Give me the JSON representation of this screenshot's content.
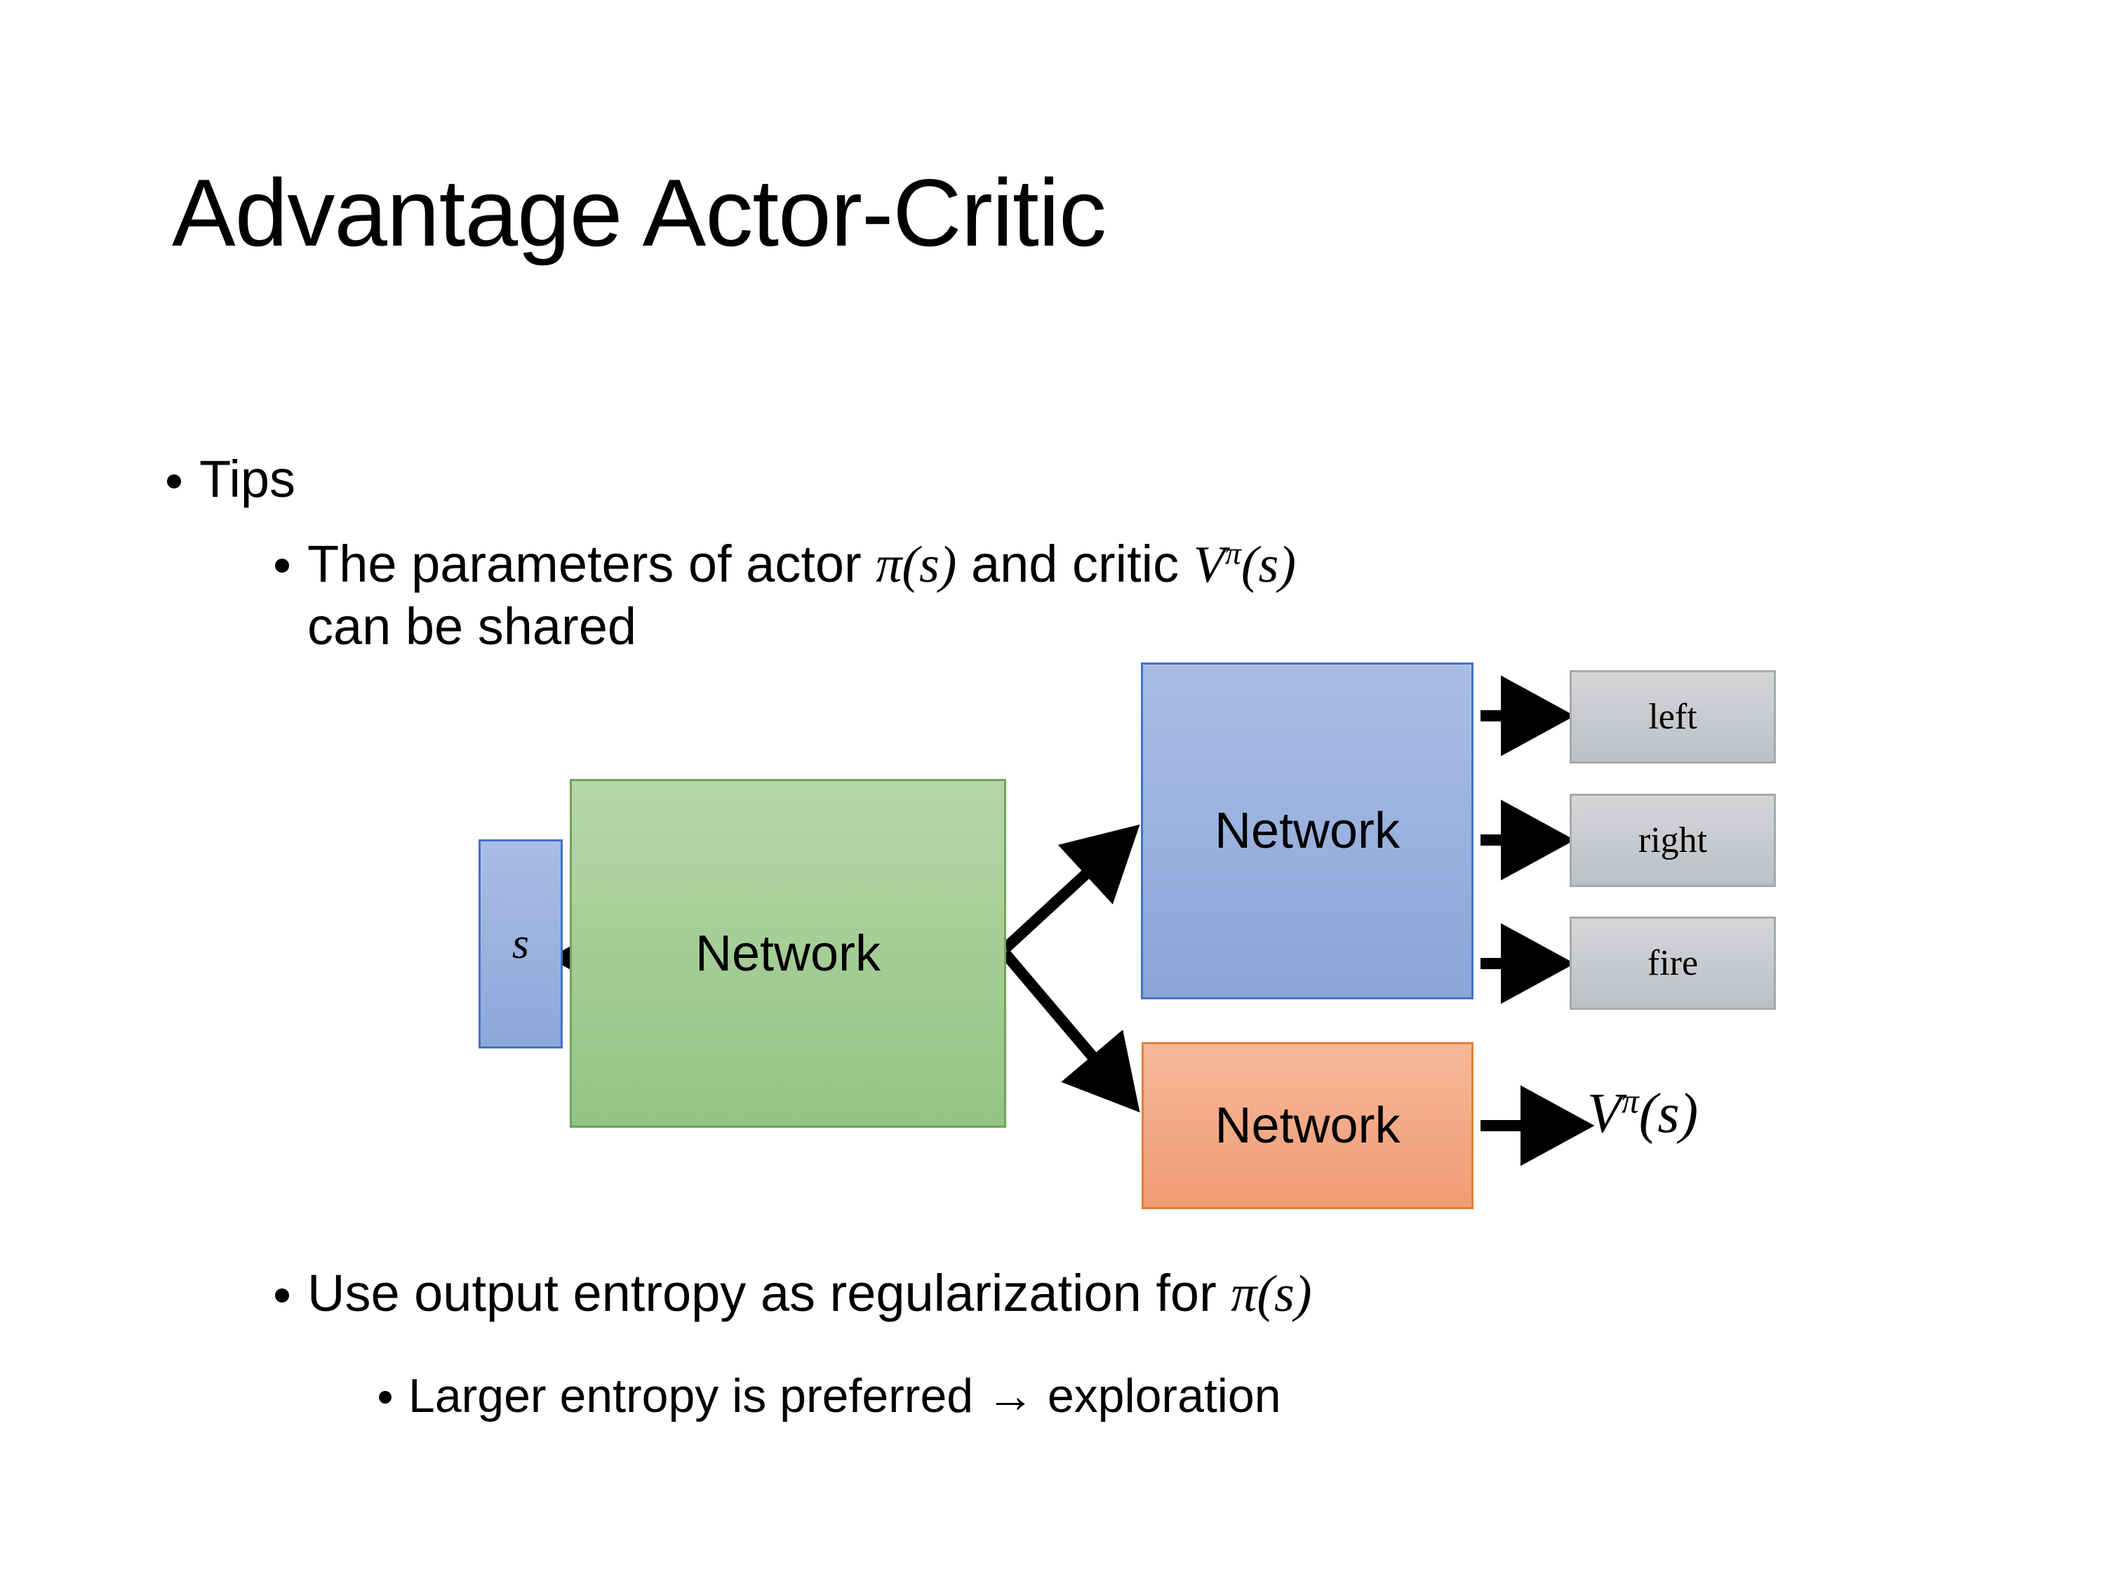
{
  "slide": {
    "title": "Advantage Actor-Critic",
    "background_color": "#ffffff",
    "text_color": "#000000"
  },
  "bullets": {
    "tips": {
      "level": 1,
      "text": "Tips"
    },
    "shared_params": {
      "level": 2,
      "line1_pre": "The parameters of actor ",
      "line1_math_actor_pi": "π",
      "line1_math_actor_arg": "(s)",
      "line1_mid": "  and critic ",
      "line1_math_critic_V": "V",
      "line1_math_critic_sup": "π",
      "line1_math_critic_arg": "(s)",
      "line2": "can be shared",
      "full_text": "The parameters of actor π(s)  and critic Vπ(s) can be shared"
    },
    "entropy": {
      "level": 2,
      "pre": "Use output entropy as regularization for ",
      "math_pi": "π",
      "math_arg": "(s)",
      "full_text": "Use output entropy as regularization for π(s)"
    },
    "larger_entropy": {
      "level": 3,
      "text": "Larger entropy is preferred → exploration"
    }
  },
  "diagram": {
    "state_box": {
      "label": "s",
      "fill": "#9db2de",
      "border": "#4472c4"
    },
    "shared_network": {
      "label": "Network",
      "fill": "#aed3a0",
      "border": "#70a35c"
    },
    "actor_network": {
      "label": "Network",
      "fill": "#9db2de",
      "border": "#4472c4"
    },
    "critic_network": {
      "label": "Network",
      "fill": "#f4a880",
      "border": "#e08030"
    },
    "actions": [
      {
        "label": "left",
        "fill": "#c9cbce",
        "border": "#a6a9ab"
      },
      {
        "label": "right",
        "fill": "#c9cbce",
        "border": "#a6a9ab"
      },
      {
        "label": "fire",
        "fill": "#c9cbce",
        "border": "#a6a9ab"
      }
    ],
    "critic_output": {
      "symbol_V": "V",
      "symbol_sup": "π",
      "symbol_arg": "(s)",
      "full_text": "Vπ(s)"
    },
    "arrow_color": "#000000"
  }
}
